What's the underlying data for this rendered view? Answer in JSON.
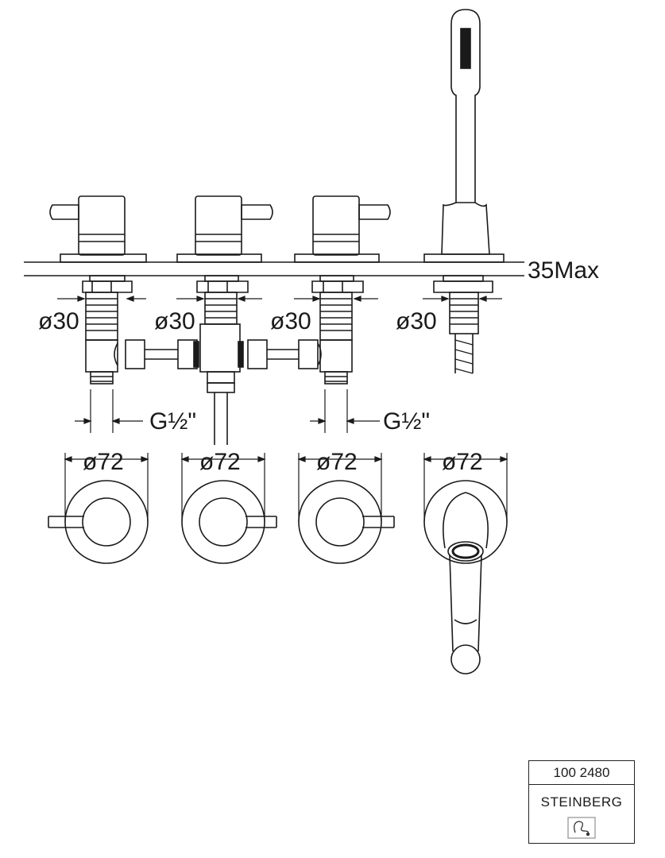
{
  "dimensions": {
    "deck_thickness": "35Max",
    "stem_diameters": [
      "ø30",
      "ø30",
      "ø30",
      "ø30"
    ],
    "thread_sizes": [
      "G½\"",
      "G½\""
    ],
    "rosette_diameters": [
      "ø72",
      "ø72",
      "ø72",
      "ø72"
    ]
  },
  "title_block": {
    "article_number": "100 2480",
    "brand": "STEINBERG",
    "logo_icon": "steinberg-logo-icon"
  },
  "colors": {
    "line": "#1a1a1a",
    "background": "#ffffff"
  }
}
